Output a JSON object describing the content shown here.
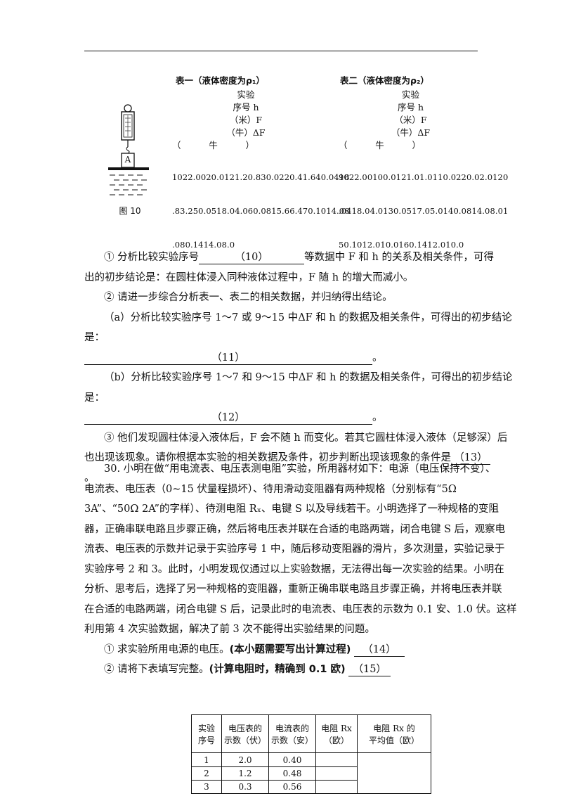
{
  "figure": {
    "box_label": "A",
    "caption": "图 10"
  },
  "table1": {
    "title": "表一（液体密度为ρ₁）",
    "headers": [
      "实验",
      "序号 h",
      "（米）F",
      "（牛）ΔF",
      "（          牛          ）"
    ],
    "lines": [
      "1022.0020.0121.20.830.0220.41.640.0418",
      ".83.250.0518.04.060.0815.66.470.1014.08",
      ".080.1414.08.0"
    ]
  },
  "table2": {
    "title": "表二（液体密度为ρ₂）",
    "headers": [
      "实验",
      "序号 h",
      "（米）F",
      "（牛）ΔF",
      "（          牛          ）"
    ],
    "lines": [
      "9022.00100.0121.01.0110.0220.02.0120",
      ".0418.04.0130.0517.05.0140.0814.08.01",
      "50.1012.010.0160.1412.010.0"
    ]
  },
  "q1": {
    "text_a": "① 分析比较实验序号",
    "blank": "（10）",
    "text_b": "等数据中 F 和 h 的关系及相关条件，可得",
    "line2": "出的初步结论是：在圆柱体浸入同种液体过程中，F 随 h 的增大而减小。"
  },
  "q2": {
    "intro": "② 请进一步综合分析表一、表二的相关数据，并归纳得出结论。",
    "a_line1": "（a）分析比较实验序号 1～7 或 9～15 中ΔF 和 h 的数据及相关条件，可得出的初步结论",
    "a_line2": "是：",
    "a_blank": "（11）",
    "b_line1": "（b）分析比较实验序号 1～7 和 9～15 中ΔF 和 h 的数据及相关条件，可得出的初步结论",
    "b_line2": "是：",
    "b_blank": "（12）",
    "end_mark": "。"
  },
  "q3": {
    "line1": "③ 他们发现圆柱体浸入液体后，F 会不随 h 而变化。若其它圆柱体浸入液体（足够深）后",
    "line2": "也出现该现象。请你根据本实验的相关数据及条件，初步判断出现该现象的条件是",
    "blank": "（13）",
    "line3": "。"
  },
  "p30": {
    "lines": [
      "30. 小明在做“用电流表、电压表测电阻”实验，所用器材如下：电源（电压保持不变）、",
      "电流表、电压表（0~15 伏量程损坏）、待用滑动变阻器有两种规格（分别标有“5Ω",
      "3A”、“50Ω 2A”的字样）、待测电阻 Rₓ、电键 S 以及导线若干。小明选择了一种规格的变阻",
      "器，正确串联电路且步骤正确，然后将电压表并联在合适的电路两端，闭合电键 S 后，观察电",
      "流表、电压表的示数并记录于实验序号 1 中，随后移动变阻器的滑片，多次测量，实验记录于",
      "实验序号 2 和 3。此时，小明发现仅通过以上实验数据，无法得出每一次实验的结果。小明在",
      "分析、思考后，选择了另一种规格的变阻器，重新正确串联电路且步骤正确，并将电压表并联",
      "在合适的电路两端，闭合电键 S 后，记录此时的电流表、电压表的示数为 0.1 安、1.0 伏。这样",
      "利用第 4 次实验数据，解决了前 3 次不能得出实验结果的问题。"
    ],
    "q1_text": "① 求实验所用电源的电压。",
    "q1_bold": "(本小题需要写出计算过程)",
    "q1_blank": "（14）",
    "q2_text": "② 请将下表填写完整。",
    "q2_bold": "(计算电阻时，精确到 0.1 欧)",
    "q2_blank": "（15）"
  },
  "result_table": {
    "headers": [
      "实验\n序号",
      "电压表的\n示数（伏）",
      "电流表的\n示数（安）",
      "电阻 Rx\n（欧）",
      "电阻 Rx 的\n平均值（欧）"
    ],
    "rows": [
      [
        "1",
        "2.0",
        "0.40"
      ],
      [
        "2",
        "1.2",
        "0.48"
      ],
      [
        "3",
        "0.3",
        "0.56"
      ]
    ]
  }
}
